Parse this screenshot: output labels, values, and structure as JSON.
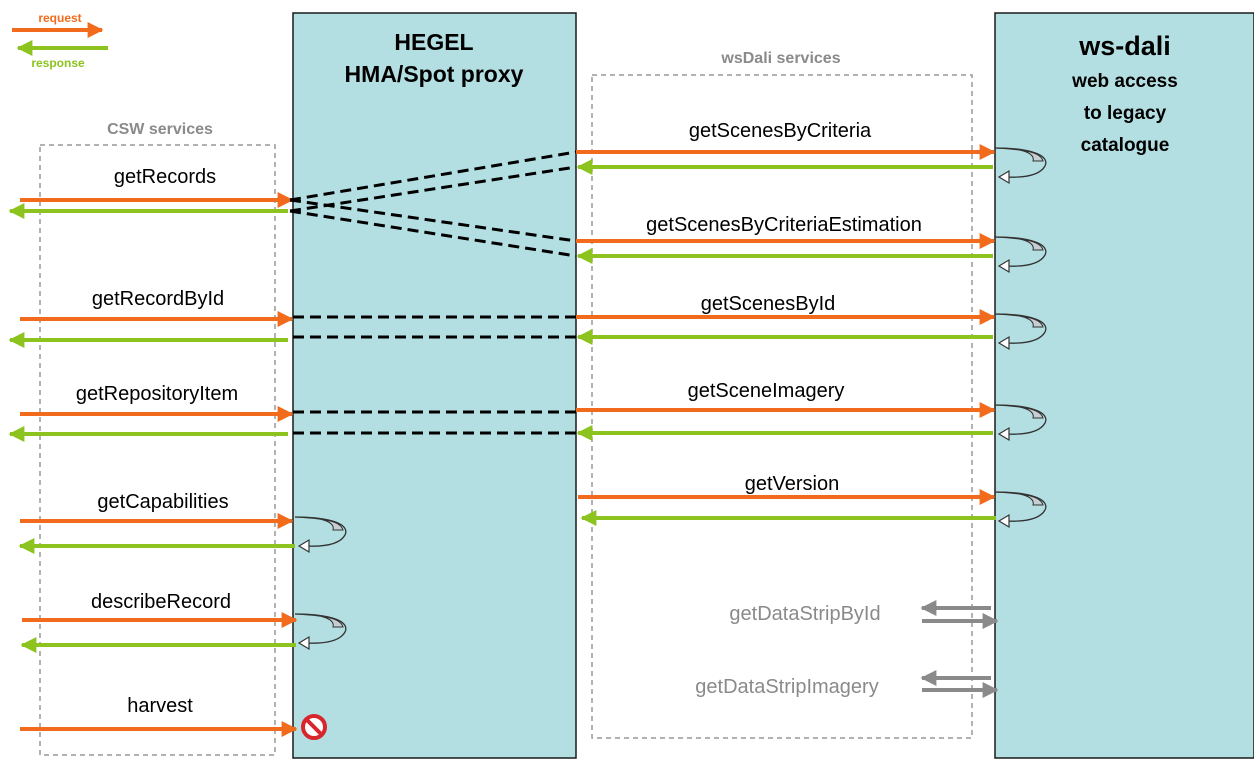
{
  "legend": {
    "request": "request",
    "response": "response"
  },
  "proxy": {
    "title_line1": "HEGEL",
    "title_line2": "HMA/Spot proxy"
  },
  "wsdali": {
    "title": "ws-dali",
    "line1": "web access",
    "line2": "to legacy",
    "line3": "catalogue"
  },
  "csw": {
    "label": "CSW services",
    "operations": [
      "getRecords",
      "getRecordById",
      "getRepositoryItem",
      "getCapabilities",
      "describeRecord",
      "harvest"
    ]
  },
  "wsdali_services": {
    "label": "wsDali services",
    "operations": [
      "getScenesByCriteria",
      "getScenesByCriteriaEstimation",
      "getScenesById",
      "getSceneImagery",
      "getVersion"
    ],
    "inactive_operations": [
      "getDataStripById",
      "getDataStripImagery"
    ]
  },
  "colors": {
    "request": "#f26b1d",
    "response": "#8cc31f",
    "column_fill": "#b4dfe2",
    "group_border": "#999999",
    "inactive": "#8a8a8a",
    "forbidden": "#d7262c"
  },
  "icons": {
    "forbidden": "no-entry-icon",
    "self_loop": "self-loop-arrow-icon"
  }
}
